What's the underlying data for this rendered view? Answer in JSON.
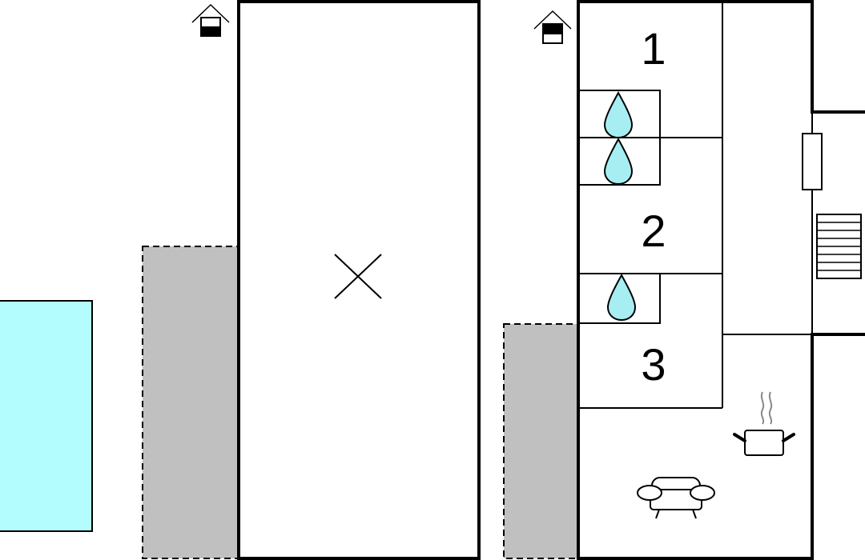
{
  "colors": {
    "pool": "#b3fdff",
    "terrace": "#c0c0c0",
    "water_drop": "#a6eef2",
    "line": "#000000",
    "steam": "#888888"
  },
  "rooms": [
    {
      "number": "1"
    },
    {
      "number": "2"
    },
    {
      "number": "3"
    }
  ],
  "icons": [
    "house-level-icon-ground",
    "house-level-icon-upper",
    "bathroom-drop-icon",
    "kitchen-pot-icon",
    "sofa-icon",
    "stairs-icon",
    "window-icon",
    "void-cross-icon"
  ]
}
